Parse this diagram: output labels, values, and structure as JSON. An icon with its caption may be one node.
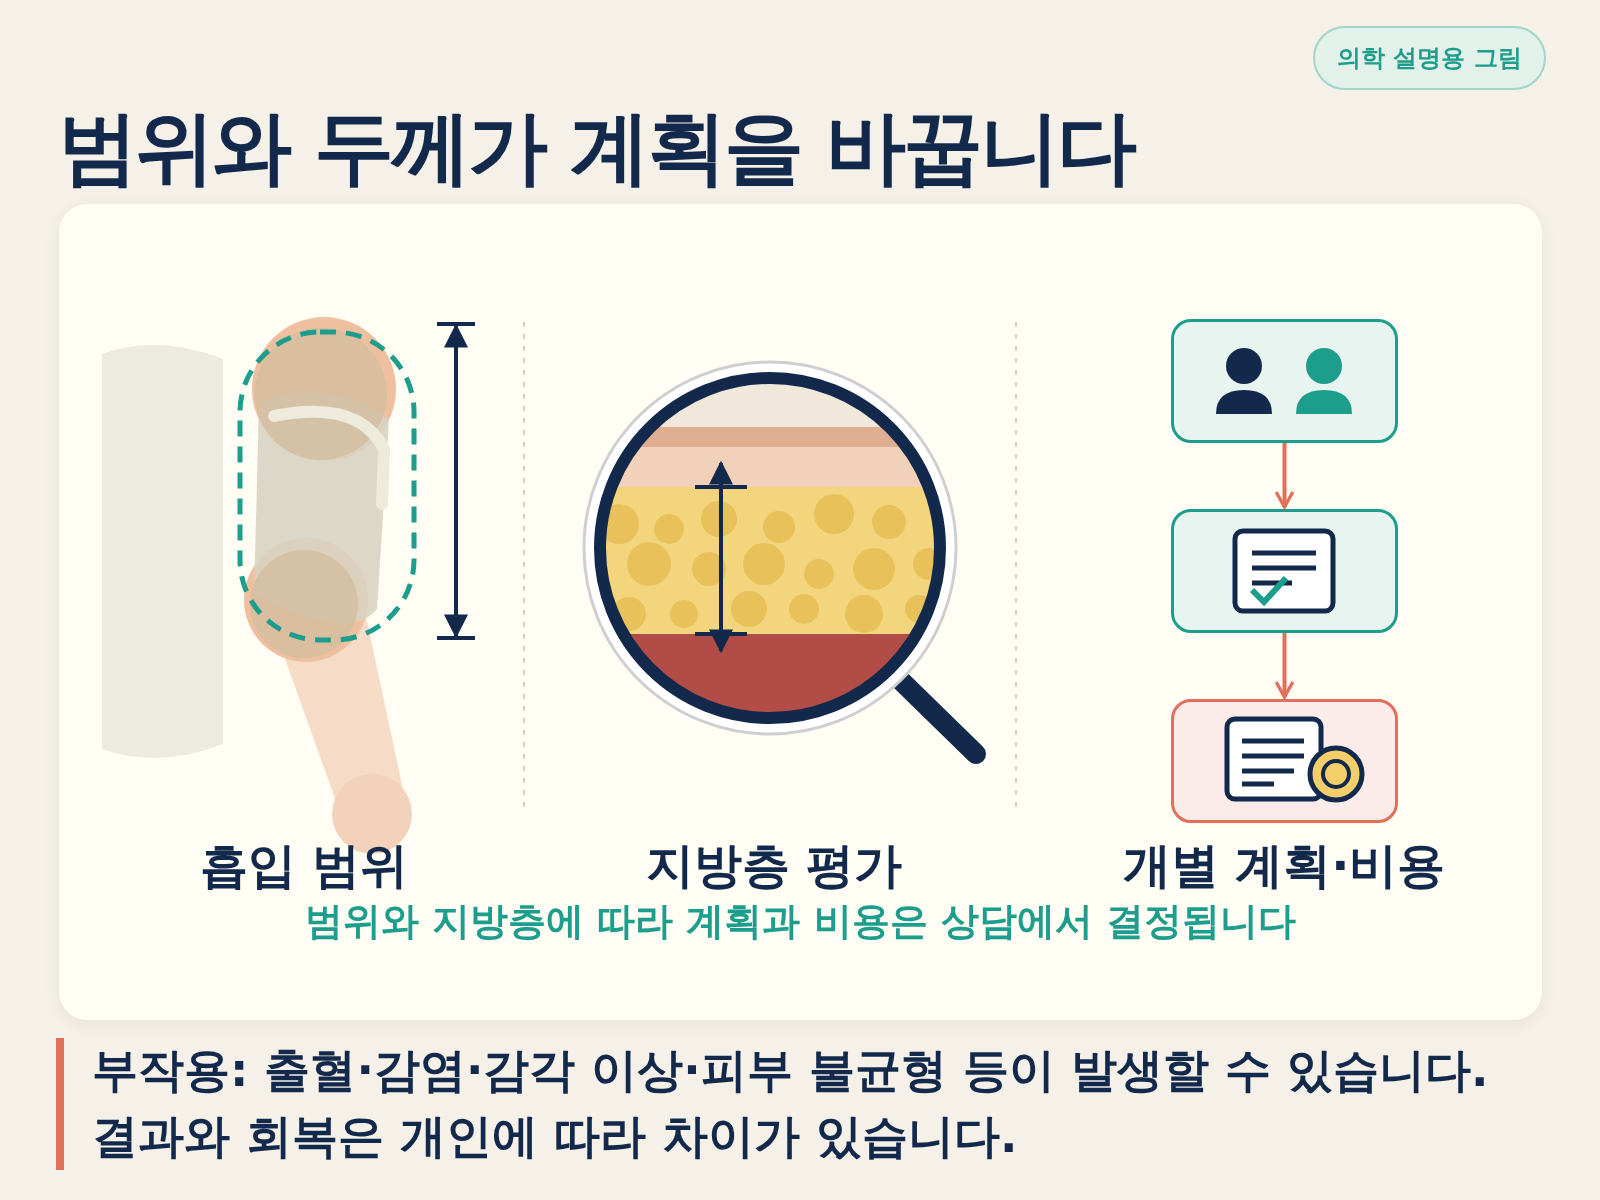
{
  "diagram": {
    "title": "**범위**와 **두께**가 계획을 바꿉니다",
    "nodes": [
      {
        "text": [],
        "shape": "box"
      },
      {
        "text": [],
        "shape": "box"
      },
      {
        "text": [],
        "shape": "box"
      }
    ],
    "edges": [
      {
        "from": 0,
        "to": 1,
        "arrow": "to"
      },
      {
        "from": 1,
        "to": 2,
        "arrow": "to"
      }
    ],
    "labels": [
      "의학 설명용 그림",
      "흡입 범위",
      "지방층 평가",
      "개별 계획·비용",
      "범위와 지방층에 따라 계획과 비용은 상담에서 결정됩니다",
      "부작용: 출혈·감염·감각 이상·피부 불균형 등이 발생할 수 있습니다.",
      "결과와 회복은 개인에 따라 차이가 있습니다."
    ]
  }
}
